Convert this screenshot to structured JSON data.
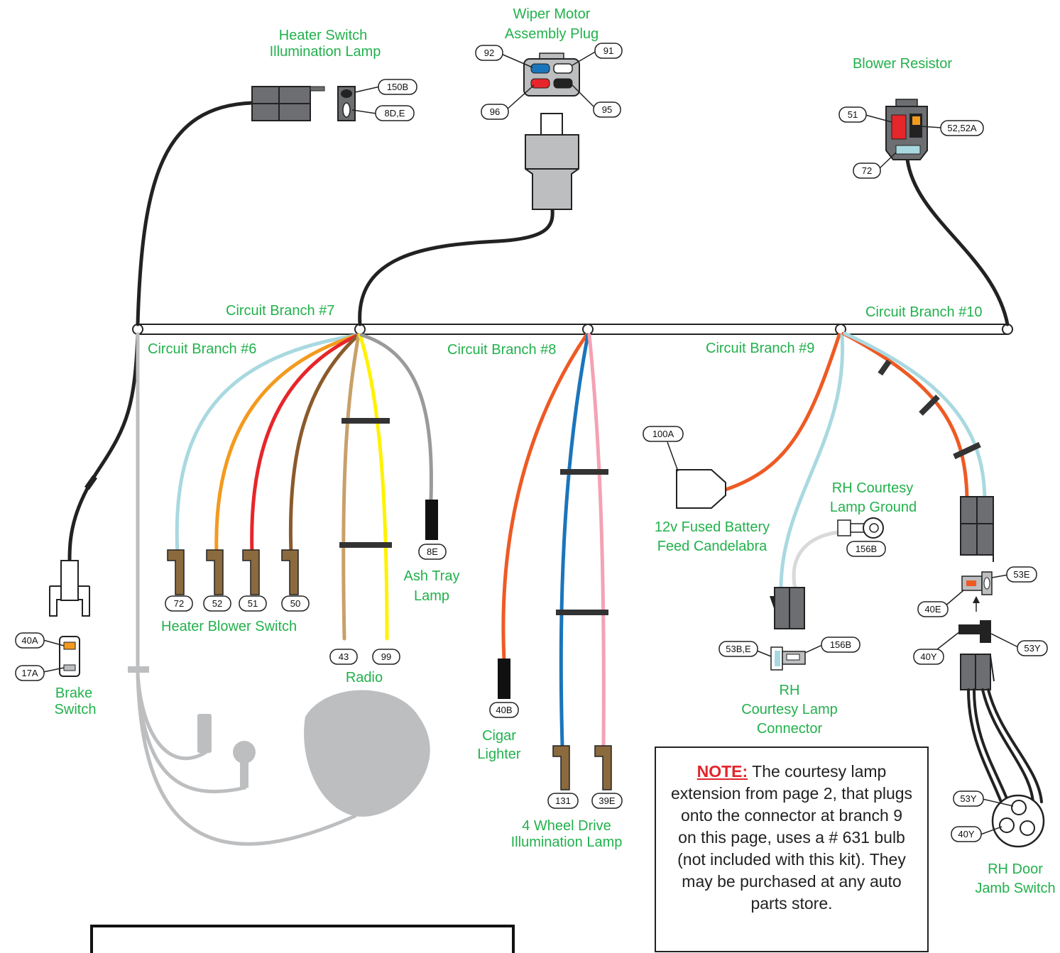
{
  "labels": {
    "heater_switch_lamp": [
      "Heater Switch",
      "Illumination Lamp"
    ],
    "wiper_motor": [
      "Wiper Motor",
      "Assembly Plug"
    ],
    "blower_resistor": "Blower Resistor",
    "branch7": "Circuit Branch #7",
    "branch6": "Circuit Branch #6",
    "branch8": "Circuit Branch #8",
    "branch9": "Circuit Branch #9",
    "branch10": "Circuit Branch #10",
    "heater_blower_switch": "Heater Blower Switch",
    "radio": "Radio",
    "ash_tray": [
      "Ash Tray",
      "Lamp"
    ],
    "cigar_lighter": [
      "Cigar",
      "Lighter"
    ],
    "four_wd": [
      "4 Wheel Drive",
      "Illumination Lamp"
    ],
    "candelabra": [
      "12v Fused Battery",
      "Feed Candelabra"
    ],
    "rh_courtesy_ground": [
      "RH Courtesy",
      "Lamp Ground"
    ],
    "rh_courtesy_connector": [
      "RH",
      "Courtesy Lamp",
      "Connector"
    ],
    "brake_switch": [
      "Brake",
      "Switch"
    ],
    "rh_door_jamb": [
      "RH Door",
      "Jamb Switch"
    ]
  },
  "tags": {
    "t150B": "150B",
    "t8DE": "8D,E",
    "t92": "92",
    "t91": "91",
    "t96": "96",
    "t95": "95",
    "t51r": "51",
    "t52_52A": "52,52A",
    "t72r": "72",
    "t100A": "100A",
    "t156B_top": "156B",
    "t53E": "53E",
    "t40E": "40E",
    "t40Y": "40Y",
    "t53Y": "53Y",
    "t53BE": "53B,E",
    "t156B": "156B",
    "t53Y_door": "53Y",
    "t40Y_door": "40Y",
    "t40A": "40A",
    "t17A": "17A",
    "t72": "72",
    "t52": "52",
    "t51": "51",
    "t50": "50",
    "t43": "43",
    "t99": "99",
    "t8E": "8E",
    "t40B": "40B",
    "t131": "131",
    "t39E": "39E"
  },
  "note": {
    "heading": "NOTE:",
    "body": " The courtesy lamp extension from page 2, that plugs onto the connector at branch 9 on this page, uses a # 631 bulb (not included with this kit). They may be purchased at any auto parts store."
  },
  "colors": {
    "label_green": "#22b14c",
    "note_red": "#e0262b",
    "wire_light_blue": "#a9d9e0",
    "wire_orange": "#f39a1e",
    "wire_red": "#e6262a",
    "wire_brown": "#8b5a2b",
    "wire_tan": "#c8a06a",
    "wire_yellow": "#fff200",
    "wire_gray": "#9a9a9c",
    "wire_dark_orange": "#ee5a24",
    "wire_blue": "#1b75bb",
    "wire_pink": "#f4a2b4",
    "connector_brown": "#8b6a3e",
    "connector_gray": "#6d6e71"
  }
}
